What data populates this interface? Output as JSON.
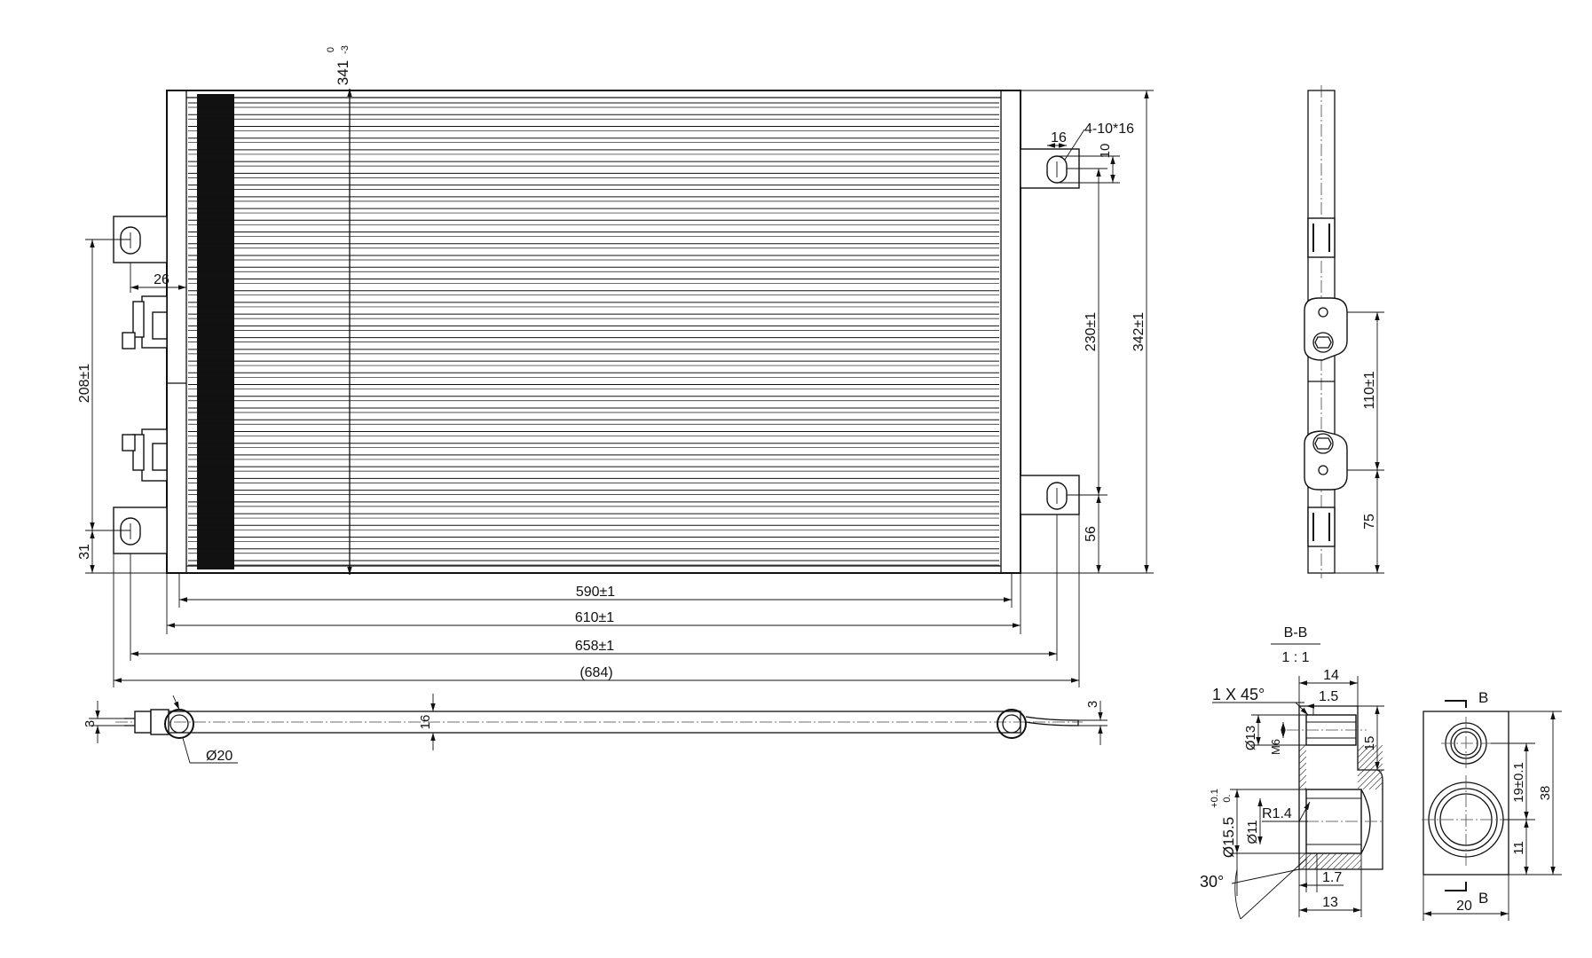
{
  "drawing": {
    "front": {
      "dim_top_main": "341",
      "dim_top_tol_upper": "0",
      "dim_top_tol_lower": "-3",
      "dim_width_core": "590±1",
      "dim_width_tanks": "610±1",
      "dim_width_brackets": "658±1",
      "dim_width_overall": "(684)",
      "dim_height_total": "342±1",
      "dim_height_brackets_right": "230±1",
      "dim_bottom_right": "56",
      "dim_height_brackets_left": "208±1",
      "dim_bottom_left": "31",
      "dim_offset_26": "26",
      "dim_slot_16": "16",
      "dim_slot_10": "10",
      "slot_note": "4-10*16"
    },
    "bottom_view": {
      "dim_left_3": "3",
      "dim_right_3": "3",
      "dim_16": "16",
      "dim_diameter": "Ø20"
    },
    "side_view": {
      "dim_110": "110±1",
      "dim_75": "75"
    },
    "section": {
      "title": "B-B",
      "scale": "1 : 1",
      "dim_14": "14",
      "chamfer": "1 X 45°",
      "dim_1_5": "1.5",
      "dim_15": "15",
      "dim_d13": "Ø13",
      "thread": "M6",
      "dim_d15_5": "Ø15.5",
      "tol_upper": "+0.1",
      "tol_lower": "0.",
      "dim_d11": "Ø11",
      "radius": "R1.4",
      "angle": "30°",
      "dim_1_7": "1.7",
      "dim_13": "13"
    },
    "flange_view": {
      "label_b_top": "B",
      "label_b_bottom": "B",
      "dim_19": "19±0.1",
      "dim_38": "38",
      "dim_11": "11",
      "dim_20": "20"
    }
  }
}
